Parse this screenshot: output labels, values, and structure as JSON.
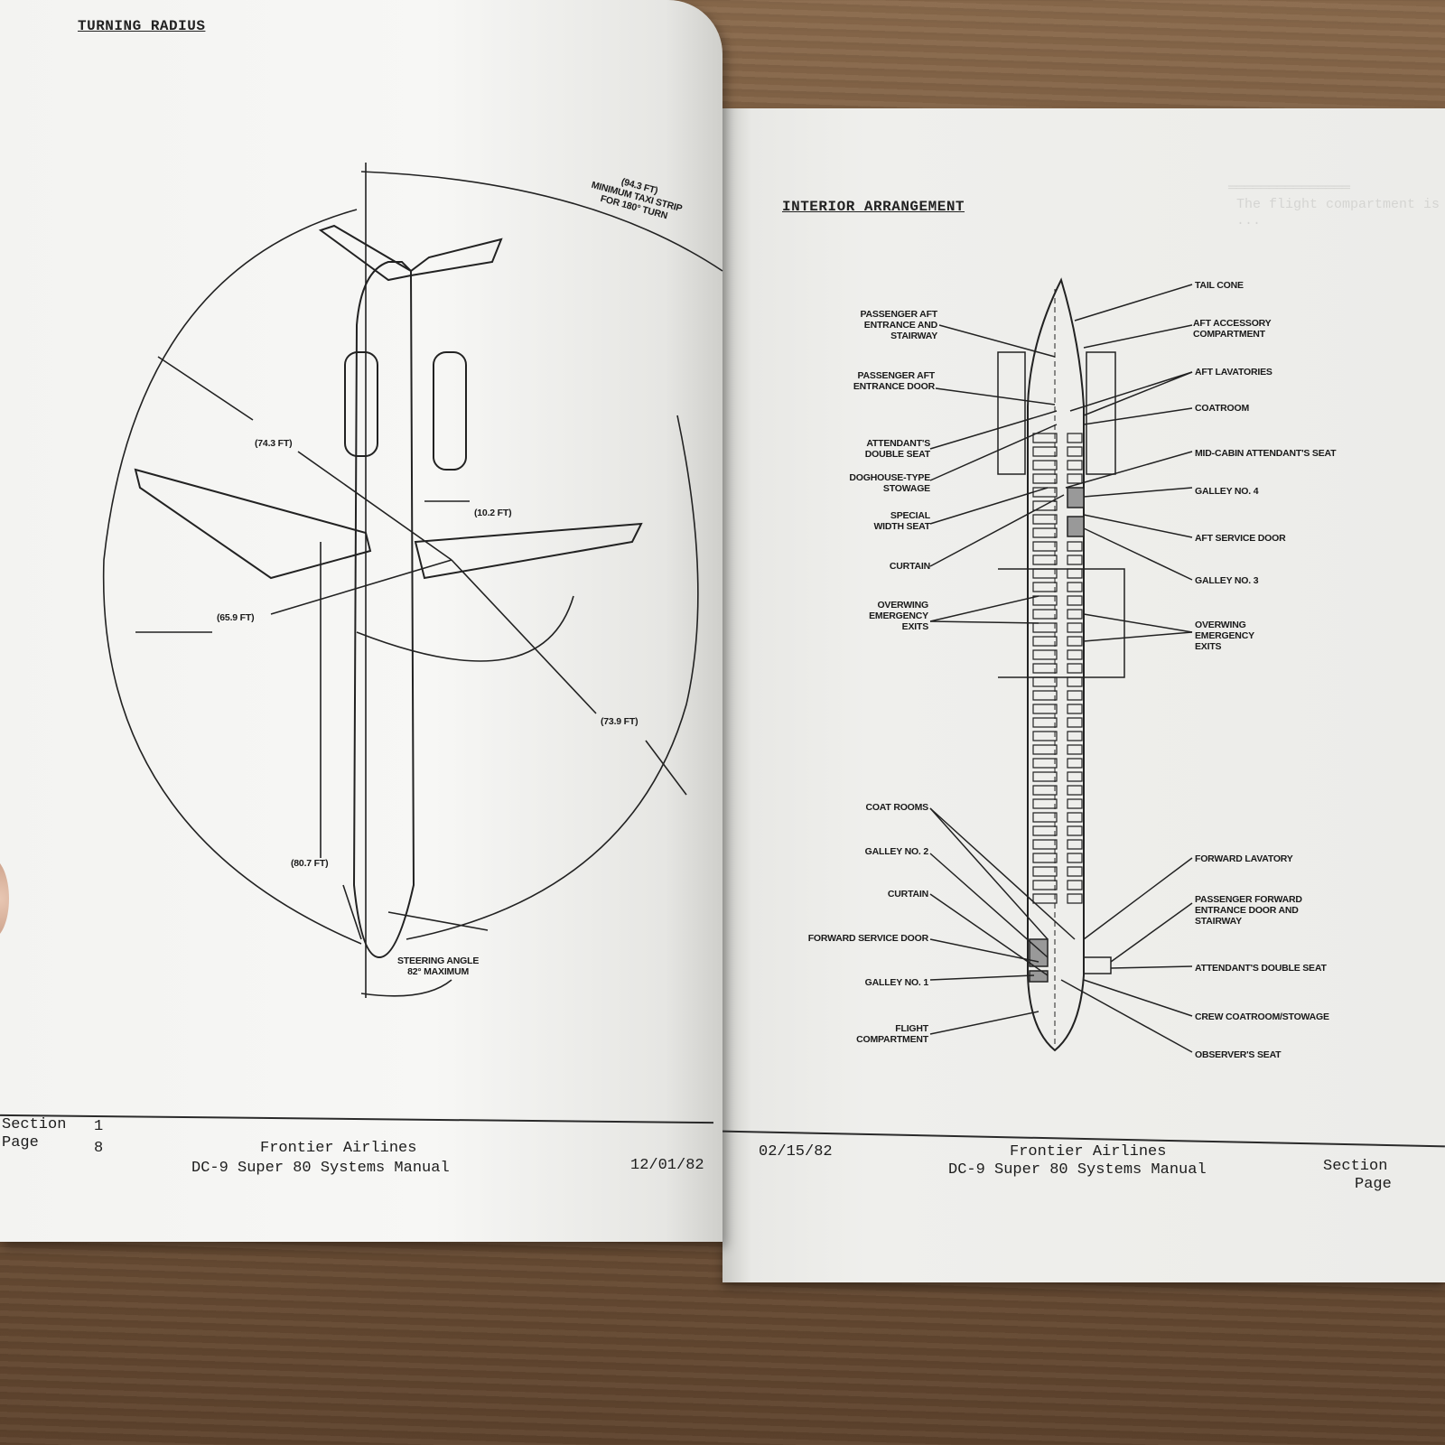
{
  "left_page": {
    "title": "TURNING RADIUS",
    "figure": {
      "labels": {
        "taxi_strip_1": "(94.3 FT)",
        "taxi_strip_2": "MINIMUM TAXI STRIP",
        "taxi_strip_3": "FOR 180° TURN",
        "dim_74": "(74.3 FT)",
        "dim_10": "(10.2 FT)",
        "dim_65": "(65.9 FT)",
        "dim_73": "(73.9 FT)",
        "dim_80": "(80.7 FT)",
        "steering_1": "STEERING ANGLE",
        "steering_2": "82° MAXIMUM"
      }
    },
    "footer": {
      "section_label": "Section",
      "section_value": "1",
      "page_label": "Page",
      "page_value": "8",
      "company": "Frontier Airlines",
      "manual": "DC-9 Super 80 Systems Manual",
      "date": "12/01/82"
    }
  },
  "right_page": {
    "title": "INTERIOR ARRANGEMENT",
    "figure": {
      "left_labels": [
        {
          "text": "PASSENGER AFT ENTRANCE AND STAIRWAY"
        },
        {
          "text": "PASSENGER AFT ENTRANCE DOOR"
        },
        {
          "text": "ATTENDANT'S DOUBLE SEAT"
        },
        {
          "text": "DOGHOUSE-TYPE STOWAGE"
        },
        {
          "text": "SPECIAL WIDTH SEAT"
        },
        {
          "text": "CURTAIN"
        },
        {
          "text": "OVERWING EMERGENCY EXITS"
        },
        {
          "text": "COAT ROOMS"
        },
        {
          "text": "GALLEY NO. 2"
        },
        {
          "text": "CURTAIN"
        },
        {
          "text": "FORWARD SERVICE DOOR"
        },
        {
          "text": "GALLEY NO. 1"
        },
        {
          "text": "FLIGHT COMPARTMENT"
        }
      ],
      "right_labels": [
        {
          "text": "TAIL CONE"
        },
        {
          "text": "AFT ACCESSORY COMPARTMENT"
        },
        {
          "text": "AFT LAVATORIES"
        },
        {
          "text": "COATROOM"
        },
        {
          "text": "MID-CABIN ATTENDANT'S SEAT"
        },
        {
          "text": "GALLEY NO. 4"
        },
        {
          "text": "AFT SERVICE DOOR"
        },
        {
          "text": "GALLEY NO. 3"
        },
        {
          "text": "OVERWING EMERGENCY EXITS"
        },
        {
          "text": "FORWARD LAVATORY"
        },
        {
          "text": "PASSENGER FORWARD ENTRANCE DOOR AND STAIRWAY"
        },
        {
          "text": "ATTENDANT'S DOUBLE SEAT"
        },
        {
          "text": "CREW COATROOM/STOWAGE"
        },
        {
          "text": "OBSERVER'S SEAT"
        }
      ]
    },
    "footer": {
      "date": "02/15/82",
      "company": "Frontier Airlines",
      "manual": "DC-9 Super 80 Systems Manual",
      "section_label": "Section",
      "page_label": "Page"
    }
  }
}
